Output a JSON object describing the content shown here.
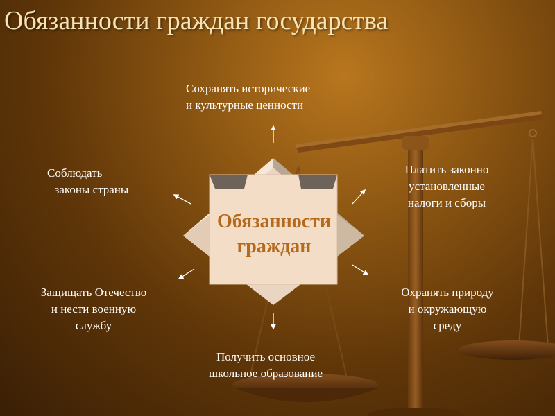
{
  "title": "Обязанности граждан государства",
  "center": {
    "line1": "Обязанности",
    "line2": "граждан"
  },
  "duties": {
    "top": [
      "Сохранять исторические",
      "и культурные ценности"
    ],
    "top_left": [
      "Соблюдать",
      "законы страны"
    ],
    "top_right": [
      "Платить законно",
      "установленные",
      "налоги и сборы"
    ],
    "bottom_left": [
      "Защищать Отечество",
      "и нести военную",
      "службу"
    ],
    "bottom_right": [
      "Охранять природу",
      "и окружающую",
      "среду"
    ],
    "bottom": [
      "Получить основное",
      "школьное образование"
    ]
  },
  "colors": {
    "background": "#8c5612",
    "title": "#f6e2b2",
    "star": "#f3ddc6",
    "center_text": "#b46a1c",
    "text": "#ffffff"
  },
  "icons": [
    "scales-of-justice"
  ]
}
